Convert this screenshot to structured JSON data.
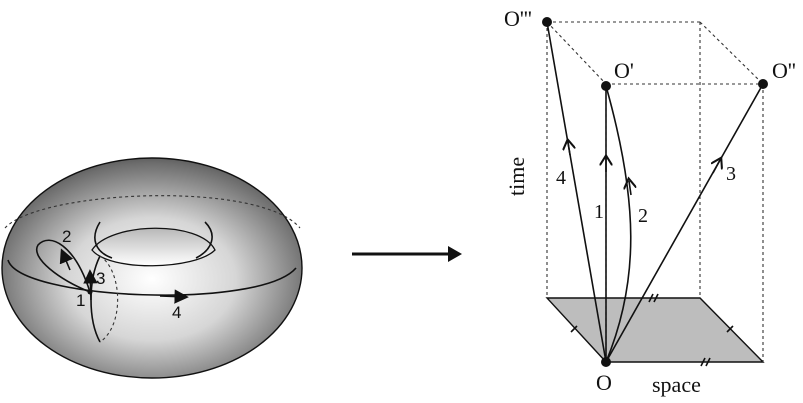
{
  "torus": {
    "path_labels": [
      "1",
      "2",
      "3",
      "4"
    ]
  },
  "spacetime": {
    "points": {
      "origin": "O",
      "o_prime": "O'",
      "o_double_prime": "O''",
      "o_triple_prime": "O'''"
    },
    "path_labels": [
      "1",
      "2",
      "3",
      "4"
    ],
    "axes": {
      "time": "time",
      "space": "space"
    }
  }
}
